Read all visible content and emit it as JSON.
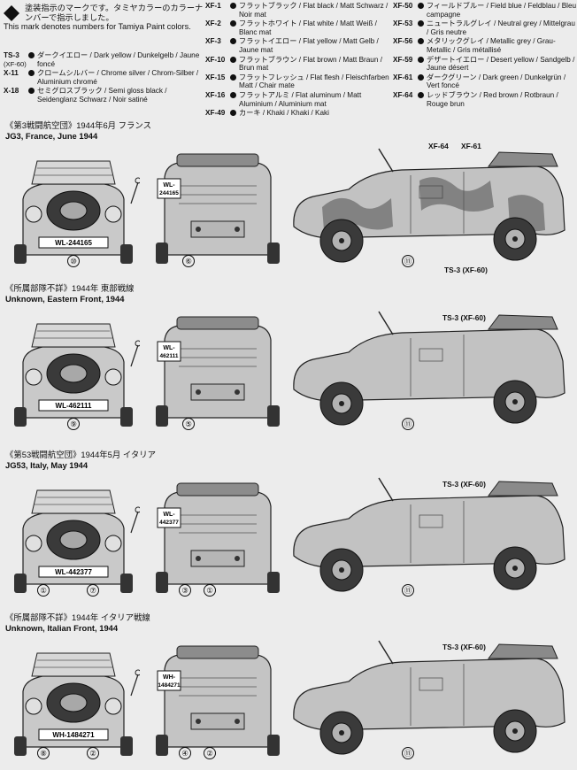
{
  "legend": {
    "intro_jp": "塗装指示のマークです。タミヤカラーのカラーナンバーで指示しました。",
    "intro_en": "This mark denotes numbers for Tamiya Paint colors.",
    "col1": [
      {
        "code": "TS-3",
        "sub": "(XF-60)",
        "text": "ダークイエロー / Dark yellow / Dunkelgelb / Jaune foncé"
      },
      {
        "code": "X-11",
        "sub": "",
        "text": "クロームシルバー / Chrome silver / Chrom-Silber / Aluminium chromé"
      },
      {
        "code": "X-18",
        "sub": "",
        "text": "セミグロスブラック / Semi gloss black / Seidenglanz Schwarz / Noir satiné"
      }
    ],
    "col2": [
      {
        "code": "XF-1",
        "text": "フラットブラック / Flat black / Matt Schwarz / Noir mat"
      },
      {
        "code": "XF-2",
        "text": "フラットホワイト / Flat white / Matt Weiß / Blanc mat"
      },
      {
        "code": "XF-3",
        "text": "フラットイエロー / Flat yellow / Matt Gelb / Jaune mat"
      },
      {
        "code": "XF-10",
        "text": "フラットブラウン / Flat brown / Matt Braun / Brun mat"
      },
      {
        "code": "XF-15",
        "text": "フラットフレッシュ / Flat flesh / Fleischfarben Matt / Chair mate"
      },
      {
        "code": "XF-16",
        "text": "フラットアルミ / Flat aluminum / Matt Aluminium / Aluminium mat"
      },
      {
        "code": "XF-49",
        "text": "カーキ / Khaki / Khaki / Kaki"
      }
    ],
    "col3": [
      {
        "code": "XF-50",
        "text": "フィールドブルー / Field blue / Feldblau / Bleu campagne"
      },
      {
        "code": "XF-53",
        "text": "ニュートラルグレイ / Neutral grey / Mittelgrau / Gris neutre"
      },
      {
        "code": "XF-56",
        "text": "メタリックグレイ / Metallic grey / Grau-Metallic / Gris métallisé"
      },
      {
        "code": "XF-59",
        "text": "デザートイエロー / Desert yellow / Sandgelb / Jaune désert"
      },
      {
        "code": "XF-61",
        "text": "ダークグリーン / Dark green / Dunkelgrün / Vert foncé"
      },
      {
        "code": "XF-64",
        "text": "レッドブラウン / Red brown / Rotbraun / Rouge brun"
      }
    ]
  },
  "sections": [
    {
      "title_jp": "《第3戦闘航空団》1944年6月 フランス",
      "title_en": "JG3, France, June 1944",
      "front_plate": "WL-244165",
      "rear_plate_top": "WL-",
      "rear_plate_bottom": "244165",
      "callouts": [
        {
          "label": "XF-64"
        },
        {
          "label": "XF-61"
        }
      ],
      "ts_label": "TS-3 (XF-60)",
      "front_nums": [
        "⑩"
      ],
      "rear_nums": [
        "⑥"
      ],
      "side_num": "⑪"
    },
    {
      "title_jp": "《所属部隊不詳》1944年 東部戦線",
      "title_en": "Unknown, Eastern Front, 1944",
      "front_plate": "WL-462111",
      "rear_plate_top": "WL-",
      "rear_plate_bottom": "462111",
      "callouts": [],
      "ts_label": "TS-3 (XF-60)",
      "front_nums": [
        "⑨"
      ],
      "rear_nums": [
        "⑤"
      ],
      "side_num": "⑪"
    },
    {
      "title_jp": "《第53戦闘航空団》1944年5月 イタリア",
      "title_en": "JG53, Italy, May 1944",
      "front_plate": "WL-442377",
      "rear_plate_top": "WL-",
      "rear_plate_bottom": "442377",
      "callouts": [],
      "ts_label": "TS-3 (XF-60)",
      "front_nums": [
        "①",
        "⑦"
      ],
      "rear_nums": [
        "③",
        "①"
      ],
      "side_num": "⑪"
    },
    {
      "title_jp": "《所属部隊不詳》1944年 イタリア戦線",
      "title_en": "Unknown, Italian Front, 1944",
      "front_plate": "WH-1484271",
      "rear_plate_top": "WH-",
      "rear_plate_bottom": "1484271",
      "callouts": [],
      "ts_label": "TS-3 (XF-60)",
      "front_nums": [
        "⑧",
        "②"
      ],
      "rear_nums": [
        "④",
        "②"
      ],
      "side_num": "⑪"
    }
  ]
}
